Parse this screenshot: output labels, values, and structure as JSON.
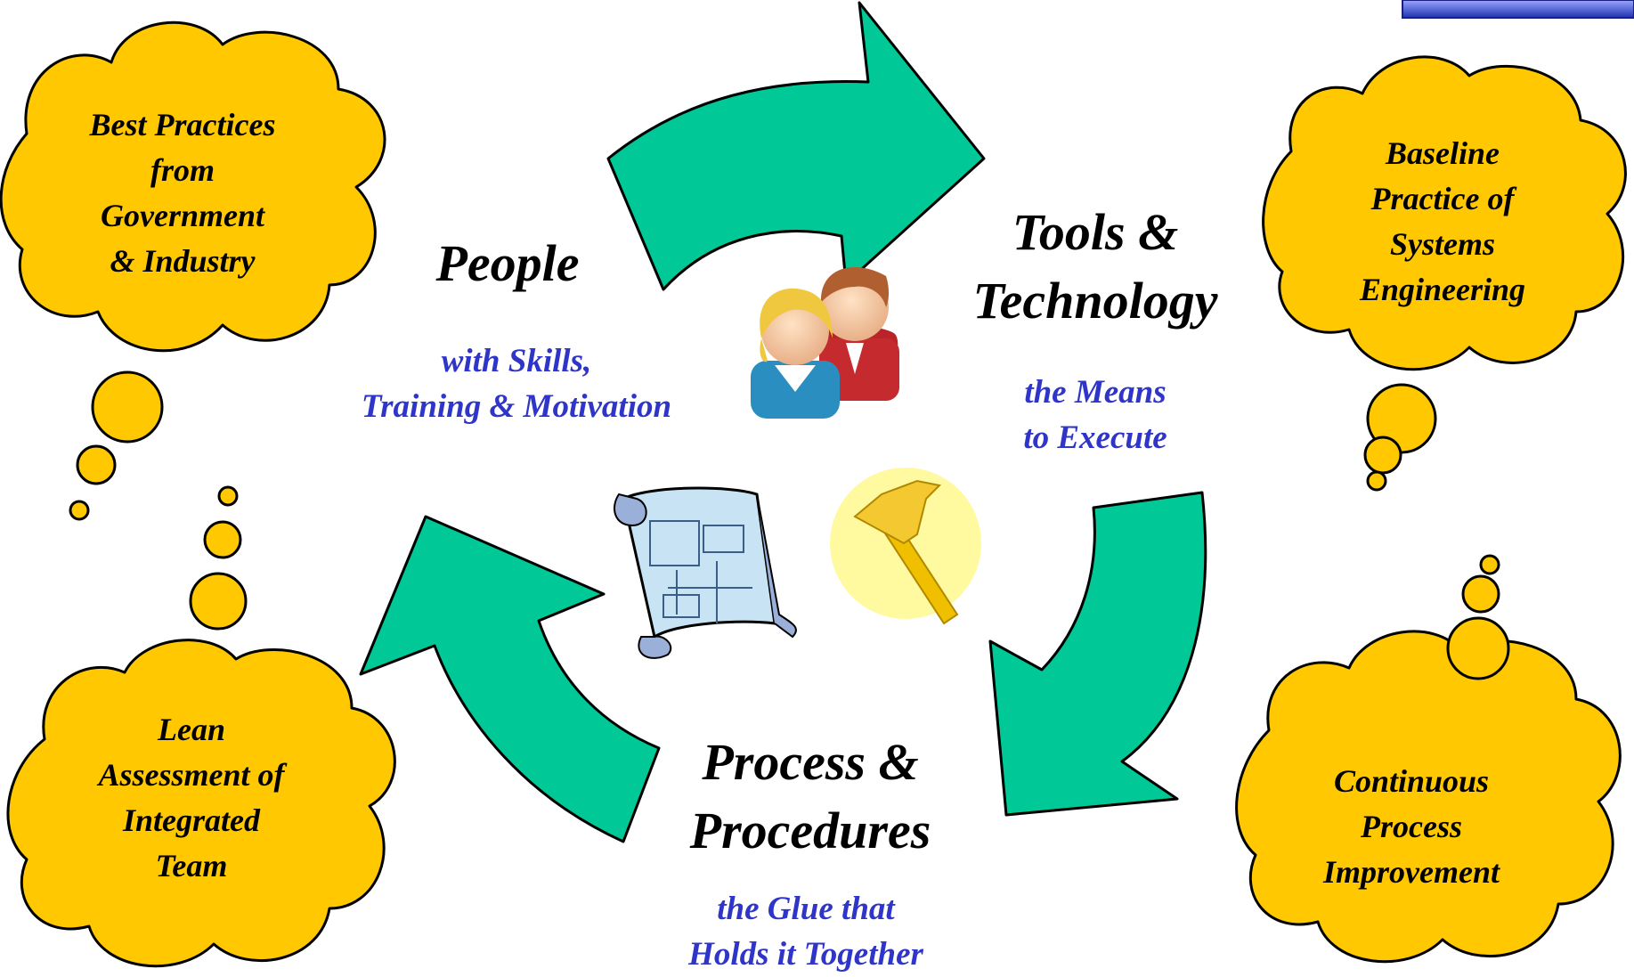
{
  "colors": {
    "cloud_fill": "#ffc800",
    "arrow_fill": "#00c896",
    "outline": "#000000",
    "subtitle_text": "#2e35c8",
    "hammer_circle": "#fffaa0"
  },
  "clouds": {
    "top_left": [
      "Best Practices",
      "from",
      "Government",
      "& Industry"
    ],
    "top_right": [
      "Baseline",
      "Practice of",
      "Systems",
      "Engineering"
    ],
    "bottom_left": [
      "Lean",
      "Assessment of",
      "Integrated",
      "Team"
    ],
    "bottom_right": [
      "Continuous",
      "Process",
      "Improvement"
    ]
  },
  "nodes": {
    "people": {
      "title": "People",
      "subtitle": [
        "with Skills,",
        "Training & Motivation"
      ]
    },
    "tools": {
      "title": [
        "Tools &",
        "Technology"
      ],
      "subtitle": [
        "the Means",
        "to Execute"
      ]
    },
    "process": {
      "title": [
        "Process &",
        "Procedures"
      ],
      "subtitle": [
        "the Glue that",
        "Holds it Together"
      ]
    }
  },
  "icons": {
    "people": "people-icon",
    "blueprint": "blueprint-icon",
    "hammer": "hammer-icon",
    "logo": "logo-fragment"
  }
}
